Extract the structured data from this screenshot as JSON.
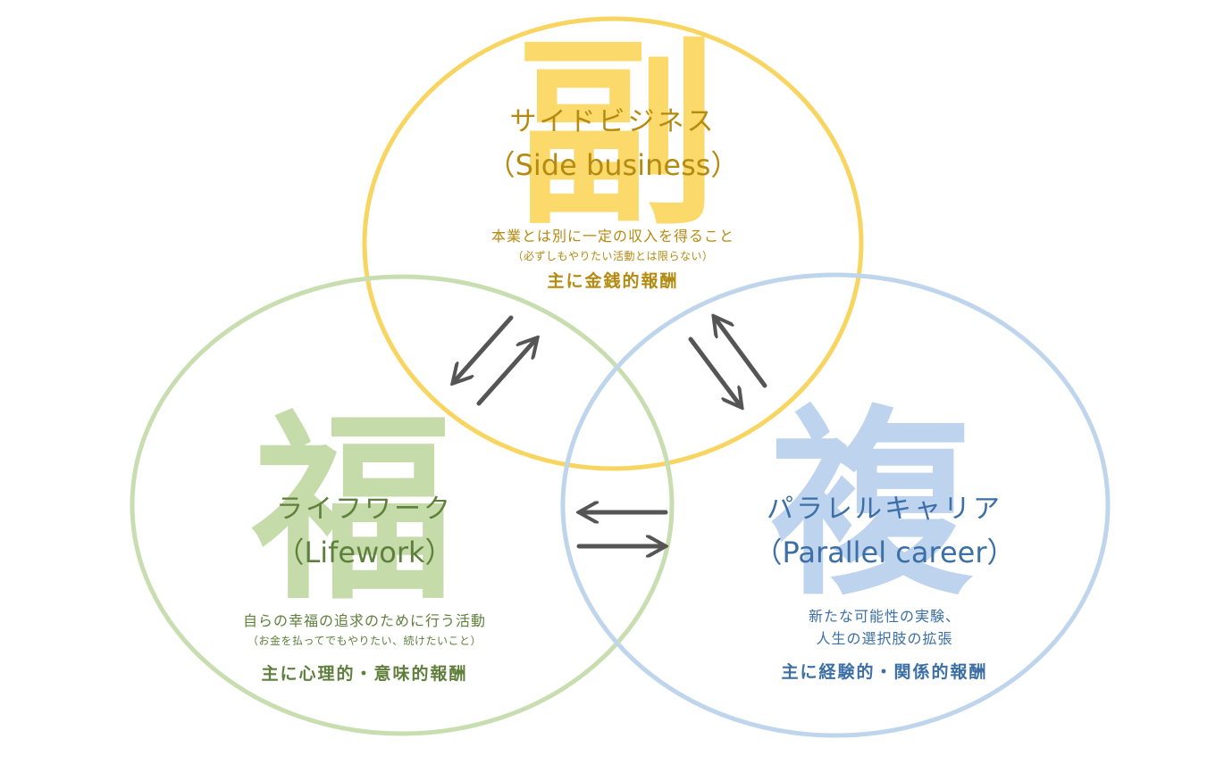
{
  "colors": {
    "yellow_ring": "#f7d560",
    "yellow_kanji": "#fbd96a",
    "yellow_text": "#b48a10",
    "green_ring": "#c9deb0",
    "green_kanji": "#c5dcaa",
    "green_text": "#5f7f3c",
    "blue_ring": "#bfd5ec",
    "blue_kanji": "#bdd3ee",
    "blue_text": "#3b6fa6",
    "arrow": "#555555"
  },
  "side_business": {
    "kanji": "副",
    "title": "サイドビジネス",
    "subtitle": "（Side business）",
    "description": "本業とは別に一定の収入を得ること",
    "note": "（必ずしもやりたい活動とは限らない）",
    "reward": "主に金銭的報酬"
  },
  "lifework": {
    "kanji": "福",
    "title": "ライフワーク",
    "subtitle": "（Lifework）",
    "description": "自らの幸福の追求のために行う活動",
    "note": "（お金を払ってでもやりたい、続けたいこと）",
    "reward": "主に心理的・意味的報酬"
  },
  "parallel_career": {
    "kanji": "複",
    "title": "パラレルキャリア",
    "subtitle": "（Parallel career）",
    "description_line1": "新たな可能性の実験、",
    "description_line2": "人生の選択肢の拡張",
    "reward": "主に経験的・関係的報酬"
  }
}
